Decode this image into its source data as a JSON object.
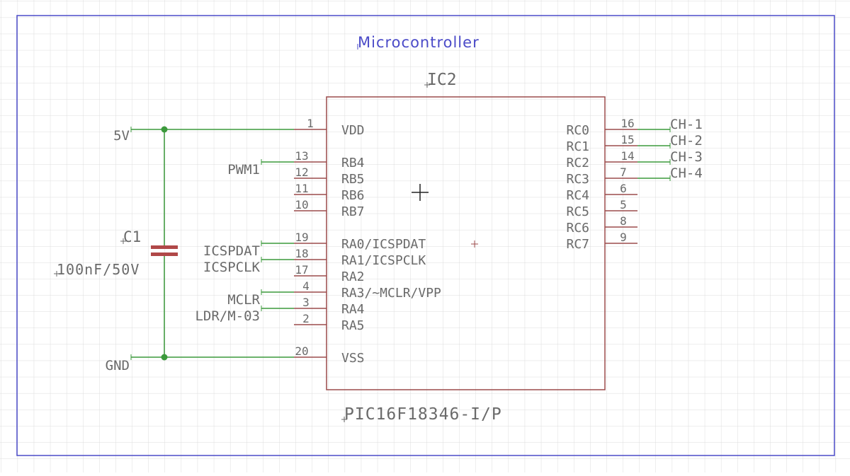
{
  "sheet": {
    "title": "Microcontroller"
  },
  "ic": {
    "ref": "IC2",
    "value": "PIC16F18346-I/P",
    "left_pins": [
      {
        "num": "1",
        "name": "VDD"
      },
      {
        "num": "13",
        "name": "RB4"
      },
      {
        "num": "12",
        "name": "RB5"
      },
      {
        "num": "11",
        "name": "RB6"
      },
      {
        "num": "10",
        "name": "RB7"
      },
      {
        "num": "19",
        "name": "RA0/ICSPDAT"
      },
      {
        "num": "18",
        "name": "RA1/ICSPCLK"
      },
      {
        "num": "17",
        "name": "RA2"
      },
      {
        "num": "4",
        "name": "RA3/~MCLR/VPP"
      },
      {
        "num": "3",
        "name": "RA4"
      },
      {
        "num": "2",
        "name": "RA5"
      },
      {
        "num": "20",
        "name": "VSS"
      }
    ],
    "right_pins": [
      {
        "num": "16",
        "name": "RC0"
      },
      {
        "num": "15",
        "name": "RC1"
      },
      {
        "num": "14",
        "name": "RC2"
      },
      {
        "num": "7",
        "name": "RC3"
      },
      {
        "num": "6",
        "name": "RC4"
      },
      {
        "num": "5",
        "name": "RC5"
      },
      {
        "num": "8",
        "name": "RC6"
      },
      {
        "num": "9",
        "name": "RC7"
      }
    ]
  },
  "capacitor": {
    "ref": "C1",
    "value": "100nF/50V"
  },
  "net_labels": {
    "vcc": "5V",
    "gnd": "GND",
    "pwm": "PWM1",
    "icspdat": "ICSPDAT",
    "icspclk": "ICSPCLK",
    "mclr": "MCLR",
    "ldr": "LDR/M-03",
    "ch1": "CH-1",
    "ch2": "CH-2",
    "ch3": "CH-3",
    "ch4": "CH-4"
  },
  "colors": {
    "frame": "#4b4bc8",
    "body": "#9c4b4b",
    "pin": "#9c4b4b",
    "wire": "#3c9a3c",
    "text": "#6a6a6a",
    "grid": "#dcdcdc"
  }
}
